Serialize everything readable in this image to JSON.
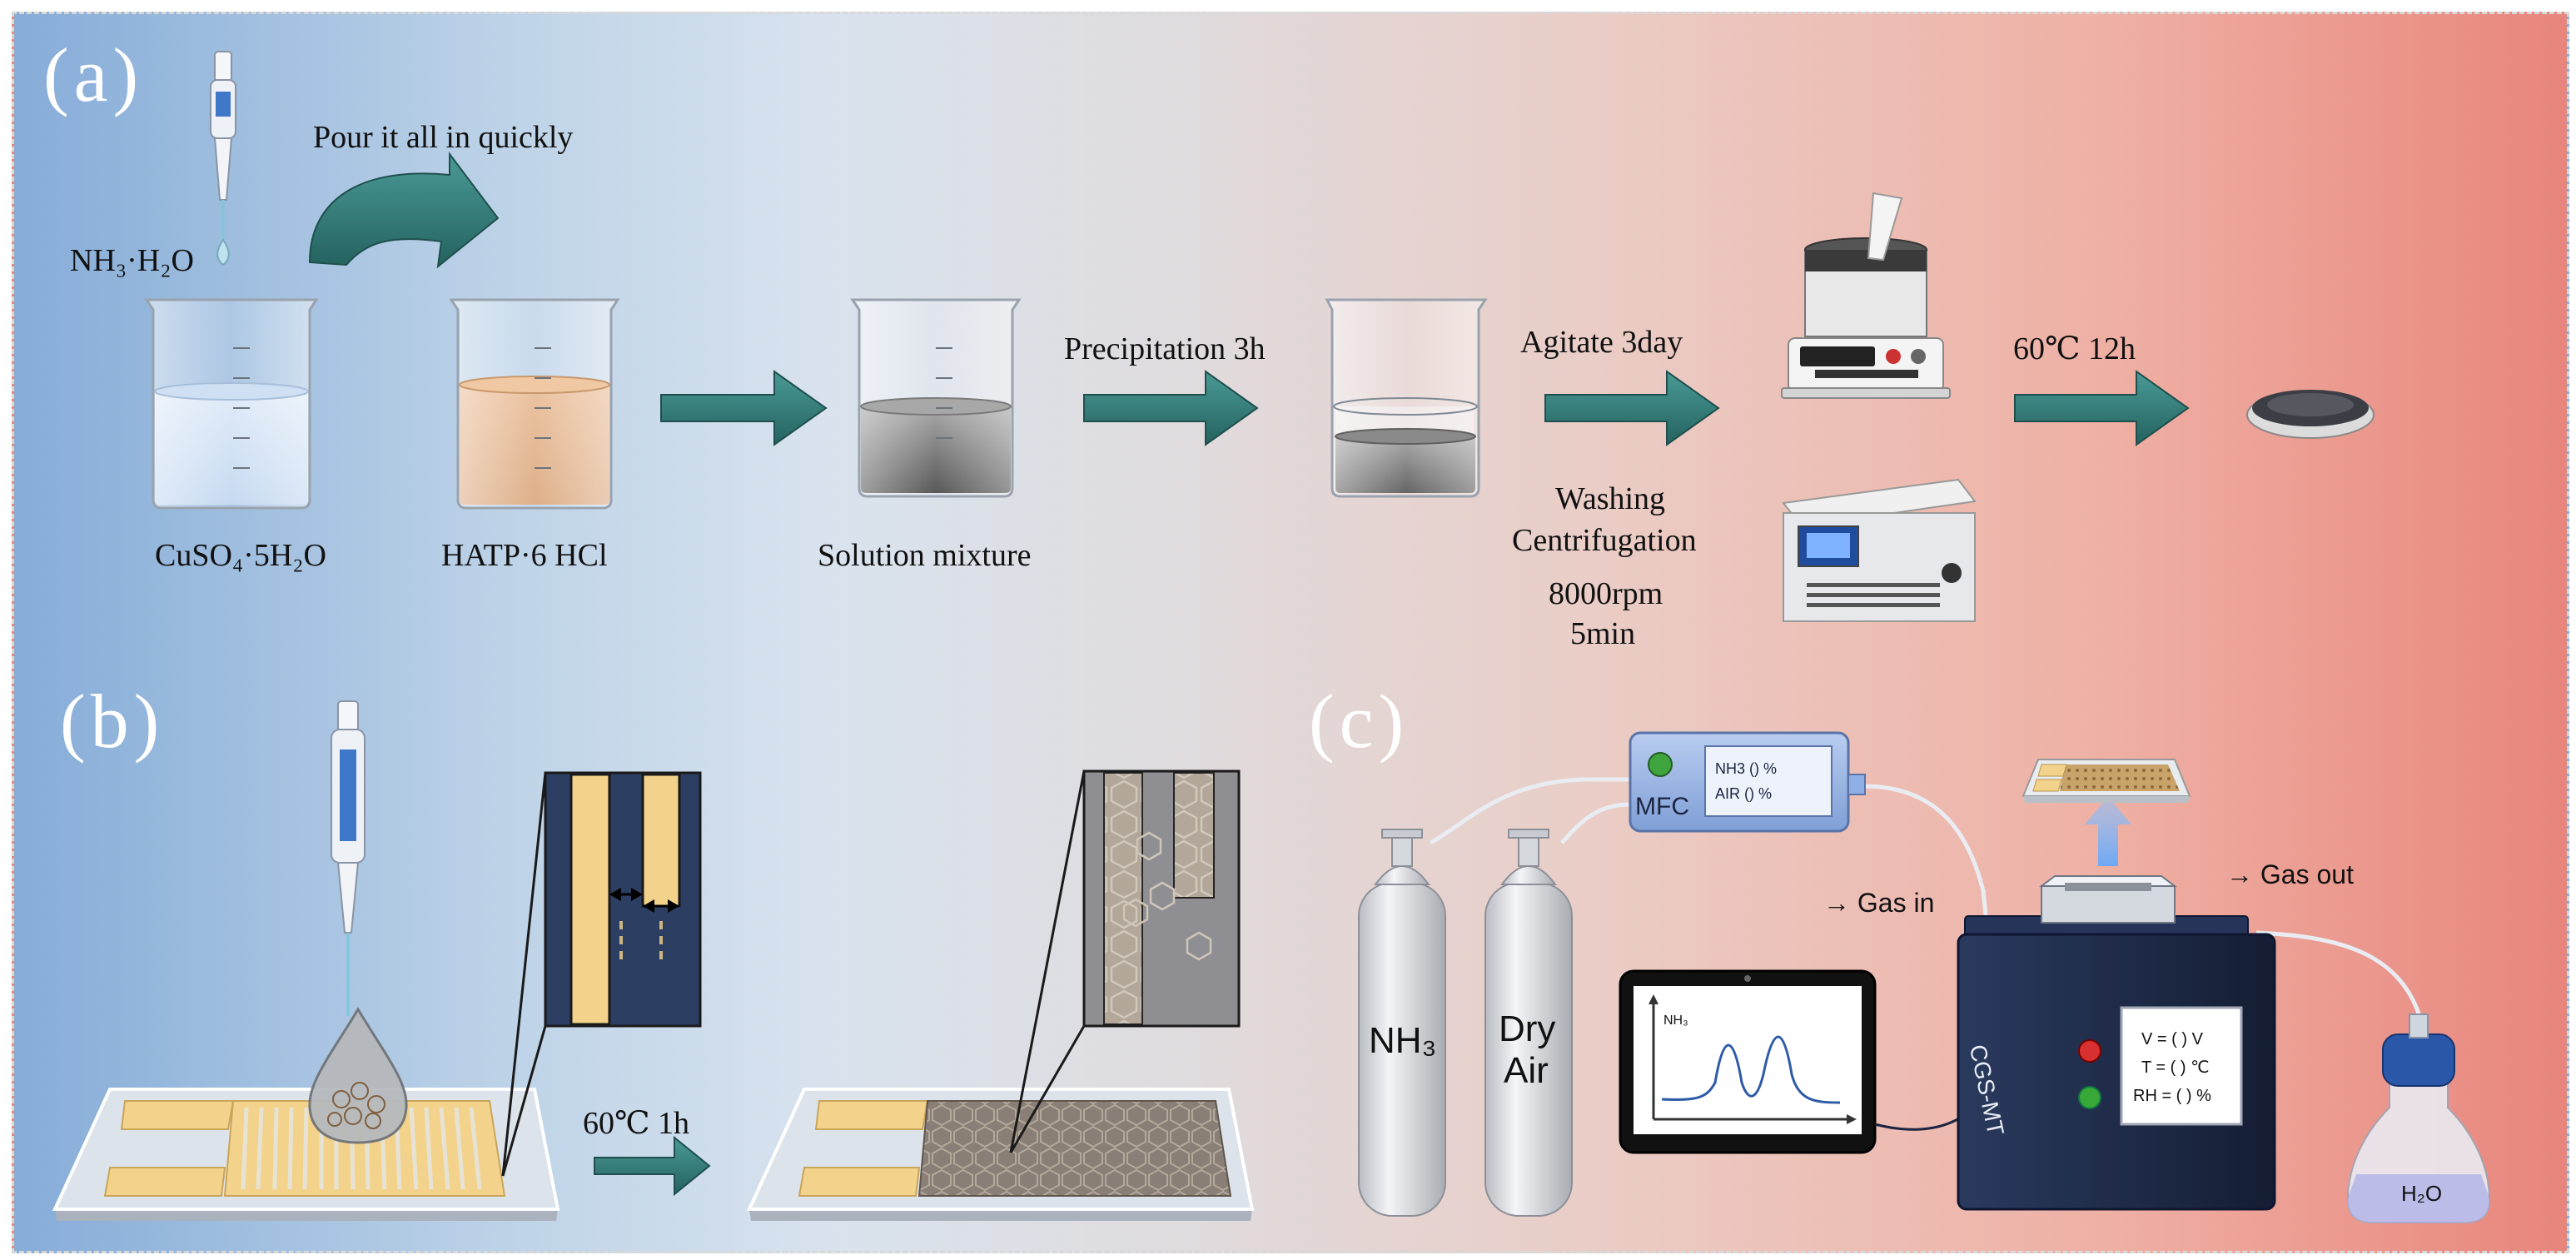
{
  "panels": {
    "a": {
      "label": "(a)",
      "reagent_drop": "NH₃·H₂O",
      "pour_note": "Pour it all in quickly",
      "beaker1": "CuSO₄·5H₂O",
      "beaker2": "HATP·6 HCl",
      "beaker3": "Solution mixture",
      "step1": "Precipitation 3h",
      "step2": "Agitate 3day",
      "step3": "60℃ 12h",
      "washing": "Washing",
      "centrifugation": "Centrifugation",
      "speed": "8000rpm",
      "time": "5min"
    },
    "b": {
      "label": "(b)",
      "step": "60℃ 1h"
    },
    "c": {
      "label": "(c)",
      "mfc": "MFC",
      "mfc_line1": "NH3 () %",
      "mfc_line2": "AIR () %",
      "gas_in": "→ Gas in",
      "gas_out": "→ Gas out",
      "cylinder1": "NH₃",
      "cylinder2_l1": "Dry",
      "cylinder2_l2": "Air",
      "monitor_label": "NH₃",
      "chamber": "CGS-MT",
      "readout1": "V = ( ) V",
      "readout2": "T = ( ) ℃",
      "readout3": "RH = ( ) %",
      "bottle": "H₂O"
    }
  },
  "colors": {
    "arrow": "#2e7372",
    "panel_label": "#ffffff",
    "electrode": "#f3d38b",
    "chamber": "#1f2c4a"
  }
}
